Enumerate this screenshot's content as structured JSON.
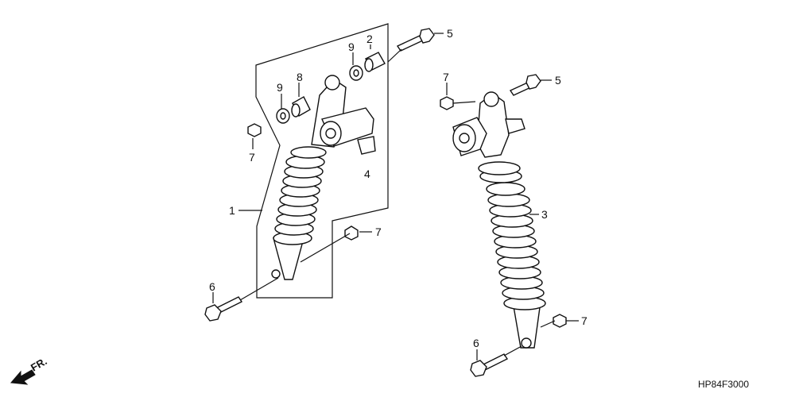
{
  "diagram": {
    "callouts": [
      {
        "id": "c5a",
        "text": "5"
      },
      {
        "id": "c2",
        "text": "2"
      },
      {
        "id": "c9a",
        "text": "9"
      },
      {
        "id": "c9b",
        "text": "9"
      },
      {
        "id": "c8",
        "text": "8"
      },
      {
        "id": "c7a",
        "text": "7"
      },
      {
        "id": "c4",
        "text": "4"
      },
      {
        "id": "c1",
        "text": "1"
      },
      {
        "id": "c7b",
        "text": "7"
      },
      {
        "id": "c6a",
        "text": "6"
      },
      {
        "id": "c7c",
        "text": "7"
      },
      {
        "id": "c5b",
        "text": "5"
      },
      {
        "id": "c3",
        "text": "3"
      },
      {
        "id": "c7d",
        "text": "7"
      },
      {
        "id": "c6b",
        "text": "6"
      }
    ],
    "direction_label": "FR.",
    "figure_code": "HP84F3000"
  }
}
